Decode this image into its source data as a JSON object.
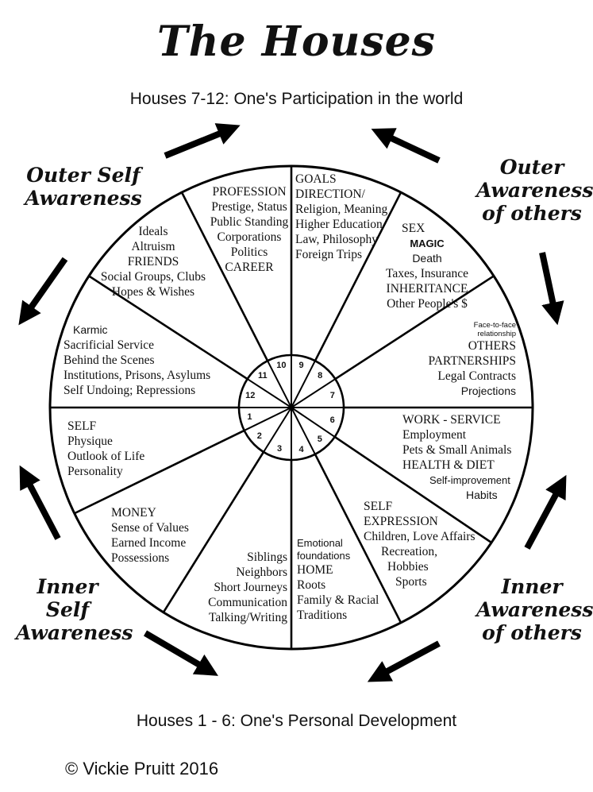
{
  "title": "The Houses",
  "top_heading": "Houses 7-12: One's Participation in the world",
  "bottom_heading": "Houses 1 - 6: One's Personal Development",
  "copyright": "© Vickie Pruitt 2016",
  "quadrants": {
    "outer_self": [
      "Outer Self",
      "Awareness"
    ],
    "outer_others": [
      "Outer",
      "Awareness",
      "of others"
    ],
    "inner_self": [
      "Inner",
      "Self",
      "Awareness"
    ],
    "inner_others": [
      "Inner",
      "Awareness",
      "of others"
    ]
  },
  "house_numbers": [
    "1",
    "2",
    "3",
    "4",
    "5",
    "6",
    "7",
    "8",
    "9",
    "10",
    "11",
    "12"
  ],
  "houses": {
    "h1": [
      "SELF",
      "Physique",
      "Outlook of Life",
      "Personality"
    ],
    "h2": [
      "MONEY",
      "Sense of Values",
      "Earned Income",
      "Possessions"
    ],
    "h3": [
      "Siblings",
      "Neighbors",
      "Short Journeys",
      "Communication",
      "Talking/Writing"
    ],
    "h4": [
      "Emotional",
      "foundations",
      "HOME",
      "Roots",
      "Family & Racial",
      "Traditions"
    ],
    "h5": [
      "SELF",
      "EXPRESSION",
      "Children, Love Affairs",
      "Recreation,",
      "Hobbies",
      "Sports"
    ],
    "h6": [
      "WORK - SERVICE",
      "Employment",
      "Pets & Small Animals",
      "HEALTH & DIET",
      "Self-improvement",
      "Habits"
    ],
    "h7": [
      "Face-to-face",
      "relationship",
      "OTHERS",
      "PARTNERSHIPS",
      "Legal Contracts",
      "Projections"
    ],
    "h8": [
      "SEX",
      "MAGIC",
      "Death",
      "Taxes, Insurance",
      "INHERITANCE",
      "Other People's $"
    ],
    "h9": [
      "GOALS",
      "DIRECTION/",
      "Religion, Meaning",
      "Higher Education",
      "Law, Philosophy",
      "Foreign Trips"
    ],
    "h10": [
      "PROFESSION",
      "Prestige, Status",
      "Public Standing",
      "Corporations",
      "Politics",
      "CAREER"
    ],
    "h11": [
      "Ideals",
      "Altruism",
      "FRIENDS",
      "Social Groups, Clubs",
      "Hopes & Wishes"
    ],
    "h12": [
      "Karmic",
      "Sacrificial Service",
      "Behind the Scenes",
      "Institutions, Prisons, Asylums",
      "Self Undoing; Repressions"
    ]
  },
  "icons": [
    "arrow-icon"
  ]
}
